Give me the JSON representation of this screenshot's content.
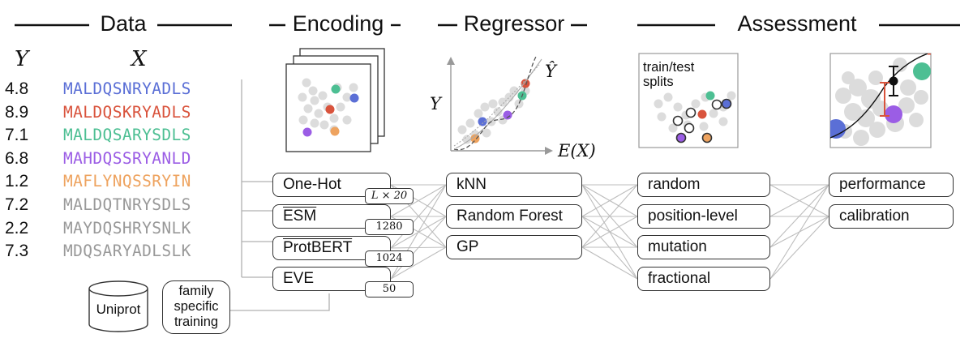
{
  "sections": {
    "data": "Data",
    "encoding": "Encoding",
    "regressor": "Regressor",
    "assessment": "Assessment"
  },
  "data_column": {
    "y_label": "Y",
    "x_label": "X",
    "rows": [
      {
        "y": "4.8",
        "seq": "MALDQSNRYADLS",
        "color": "#5b6fd6"
      },
      {
        "y": "8.9",
        "seq": "MALDQSKRYADLS",
        "color": "#d9533c"
      },
      {
        "y": "7.1",
        "seq": "MALDQSARYSDLS",
        "color": "#4dbf93"
      },
      {
        "y": "6.8",
        "seq": "MAHDQSSRYANLD",
        "color": "#9b5de5"
      },
      {
        "y": "1.2",
        "seq": "MAFLYNQSSRYIN",
        "color": "#eea35f"
      },
      {
        "y": "7.2",
        "seq": "MALDQTNRYSDLS",
        "color": "#999999"
      },
      {
        "y": "2.2",
        "seq": "MAYDQSHRYSNLK",
        "color": "#999999"
      },
      {
        "y": "7.3",
        "seq": "MDQSARYADLSLK",
        "color": "#999999"
      }
    ]
  },
  "sources": {
    "uniprot": "Uniprot",
    "family_training": [
      "family",
      "specific",
      "training"
    ]
  },
  "encodings": [
    {
      "label": "One-Hot",
      "dim": "L × 20"
    },
    {
      "label": "ESM",
      "dim": "1280"
    },
    {
      "label": "ProtBERT",
      "dim": "1024"
    },
    {
      "label": "EVE",
      "dim": "50"
    }
  ],
  "regressors": [
    "kNN",
    "Random Forest",
    "GP"
  ],
  "splits": [
    "random",
    "position-level",
    "mutation",
    "fractional"
  ],
  "metrics": [
    "performance",
    "calibration"
  ],
  "regressor_plot": {
    "y_axis": "Y",
    "y_hat": "Ŷ",
    "x_axis": "E(X)"
  },
  "splits_panel": {
    "title_lines": [
      "train/test",
      "splits"
    ]
  },
  "colors": {
    "blue": "#5b6fd6",
    "red": "#d9533c",
    "green": "#4dbf93",
    "purple": "#9b5de5",
    "orange": "#eea35f",
    "gray_point": "#dcdcdc",
    "line_gray": "#b0b0b0"
  }
}
